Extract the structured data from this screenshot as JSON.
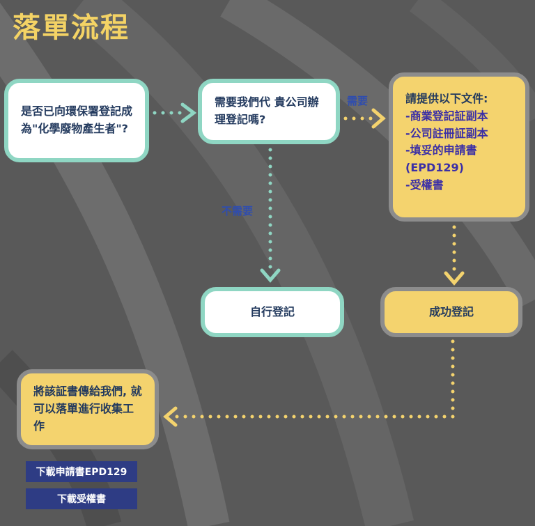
{
  "title": "落單流程",
  "nodes": {
    "question_registered": "是否已向環保署登記成為\"化學廢物產生者\"?",
    "question_assist": "需要我們代 貴公司辦理登記嗎?",
    "documents": {
      "heading": "請提供以下文件:",
      "items": [
        "-商業登記証副本",
        "-公司註冊証副本",
        "-填妥的申請書(EPD129)",
        "-受權書"
      ]
    },
    "self_register": "自行登記",
    "success_register": "成功登記",
    "send_certificate": "將該証書傳給我們, 就可以落單進行收集工作"
  },
  "edge_labels": {
    "need": "需要",
    "no_need": "不需要"
  },
  "buttons": {
    "download_form": "下載申請書EPD129",
    "download_authorization": "下載受權書"
  },
  "colors": {
    "title": "#f4d365",
    "teal_border": "#8fd6c3",
    "yellow_fill": "#f4d36e",
    "arrow_yellow": "#f4d36e",
    "arrow_teal": "#8fd6c3",
    "button": "#2e3c84",
    "label_blue": "#2f4dae"
  }
}
